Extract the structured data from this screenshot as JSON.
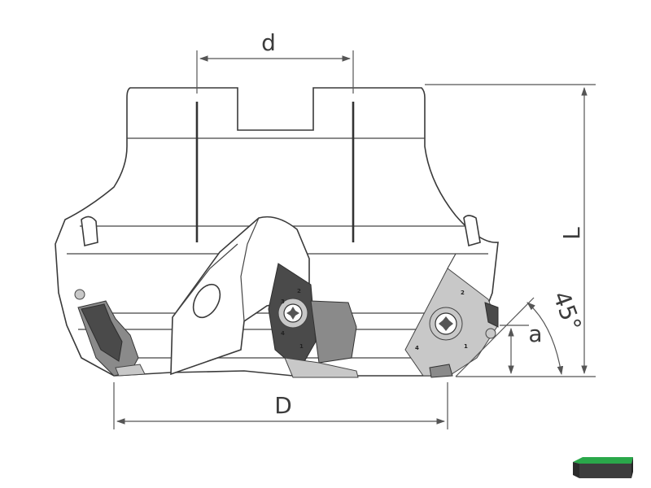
{
  "labels": {
    "bore_diameter": "d",
    "cutter_diameter": "D",
    "length": "L",
    "depth_of_cut": "a",
    "angle": "45°"
  },
  "insert_numbers": [
    "1",
    "2",
    "3",
    "4"
  ],
  "badge": {
    "colors": [
      "#2aa84a",
      "#3d3d3d"
    ]
  }
}
